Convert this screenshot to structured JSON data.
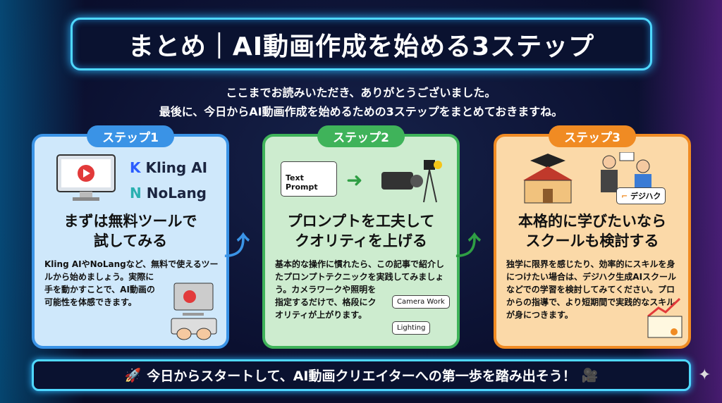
{
  "title": "まとめ｜AI動画作成を始める3ステップ",
  "intro": [
    "ここまでお読みいただき、ありがとうございました。",
    "最後に、今日からAI動画作成を始めるための3ステップをまとめておきますね。"
  ],
  "steps": [
    {
      "label": "ステップ1",
      "heading": [
        "まずは無料ツールで",
        "試してみる"
      ],
      "body": "Kling AIやNoLangなど、無料で使えるツールから始めましょう。実際に手を動かすことで、AI動画の可能性を体感できます。",
      "logos": [
        "Kling AI",
        "NoLang"
      ]
    },
    {
      "label": "ステップ2",
      "heading": [
        "プロンプトを工夫して",
        "クオリティを上げる"
      ],
      "body": "基本的な操作に慣れたら、この記事で紹介したプロンプトテクニックを実践してみましょう。カメラワークや照明を指定するだけで、格段にクオリティが上がります。",
      "chips": [
        "Text Prompt",
        "Camera Work",
        "Lighting"
      ]
    },
    {
      "label": "ステップ3",
      "heading": [
        "本格的に学びたいなら",
        "スクールも検討する"
      ],
      "body": "独学に限界を感じたり、効率的にスキルを身につけたい場合は、デジハク生成AIスクールなどでの学習を検討してみてください。プロからの指導で、より短期間で実践的なスキルが身につきます。",
      "badge": "デジハク"
    }
  ],
  "banner": {
    "icon_left": "🚀",
    "text": "今日からスタートして、AI動画クリエイターへの第一歩を踏み出そう！",
    "icon_right": "🎥"
  }
}
